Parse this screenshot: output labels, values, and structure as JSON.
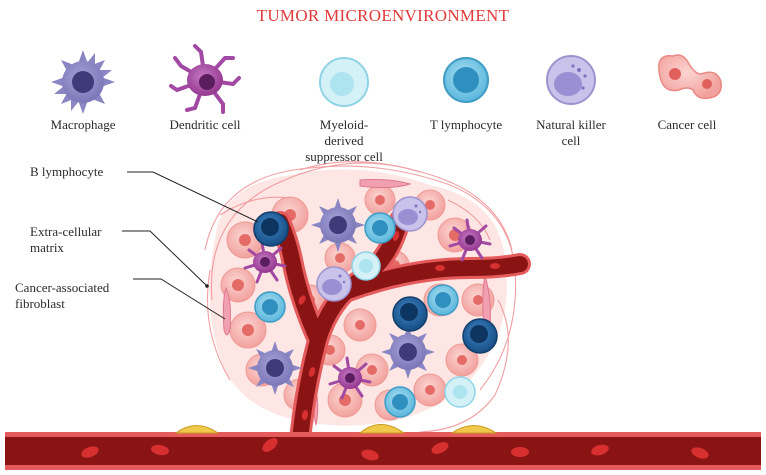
{
  "title": "TUMOR MICROENVIRONMENT",
  "legend": {
    "macrophage": "Macrophage",
    "dendritic": "Dendritic cell",
    "mdsc": [
      "Myeloid-",
      "derived",
      "suppressor cell"
    ],
    "tcell": "T lymphocyte",
    "nk": [
      "Natural killer",
      "cell"
    ],
    "cancer": "Cancer cell"
  },
  "callouts": {
    "bcell": "B lymphocyte",
    "ecm": [
      "Extra-cellular",
      "matrix"
    ],
    "caf": [
      "Cancer-associated",
      "fibroblast"
    ]
  },
  "colors": {
    "title": "#e23a3a",
    "macrophage": "#8a86c4",
    "dendritic": "#a24aa3",
    "mdsc": "#bfe9f3",
    "tcell": "#6cc6e6",
    "nk": "#b9b1df",
    "cancer": "#f4a9a6",
    "bcell": "#1f5e9c",
    "vessel": "#7d1414",
    "rbc": "#d92a2a",
    "fibroblast": "#f0c84a"
  }
}
